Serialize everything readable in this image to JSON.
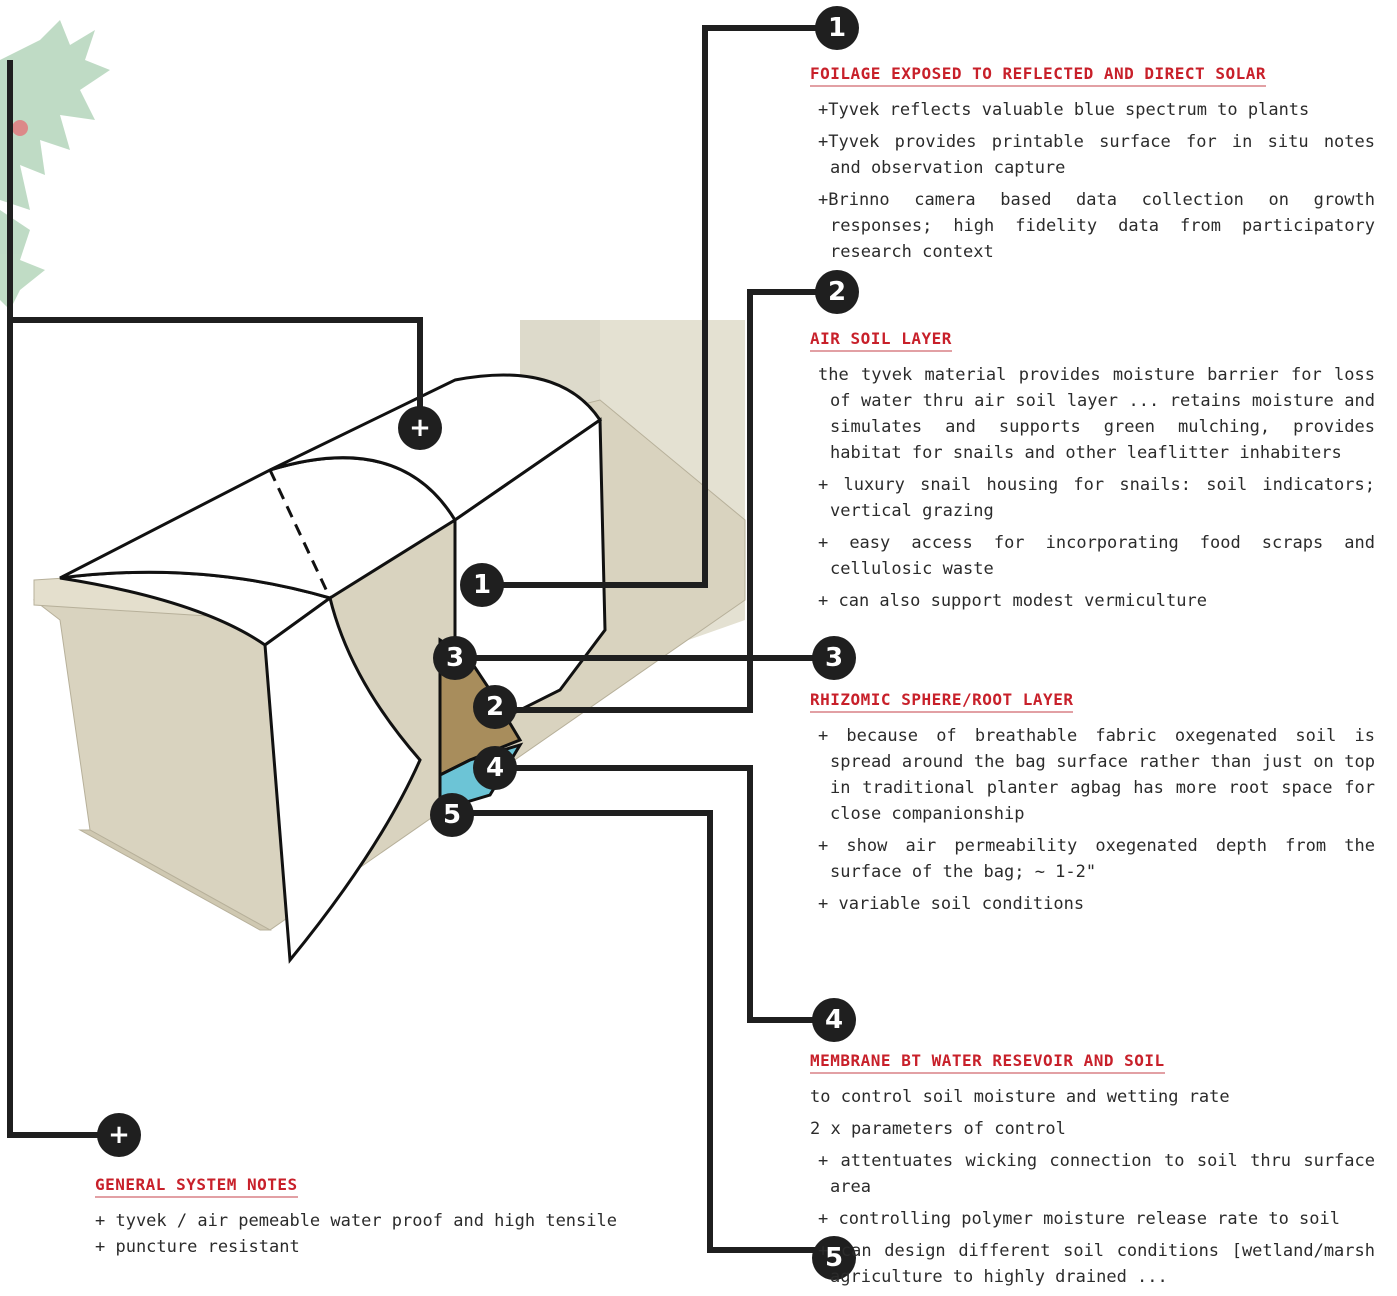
{
  "callouts": {
    "one": "1",
    "two": "2",
    "three": "3",
    "four": "4",
    "five": "5",
    "plus": "+"
  },
  "sections": {
    "s1": {
      "number": "1",
      "heading": "FOILAGE EXPOSED TO REFLECTED AND DIRECT SOLAR",
      "lines": [
        "+Tyvek reflects valuable blue spectrum to plants",
        "+Tyvek provides printable surface for in situ notes and observation capture",
        "+Brinno camera based data collection on growth responses; high fidelity data from participatory research context"
      ]
    },
    "s2": {
      "number": "2",
      "heading": "AIR SOIL LAYER",
      "lines": [
        "the tyvek material provides moisture barrier for loss of water thru air soil layer ...  retains moisture and simulates and supports green mulching, provides habitat for snails and other leaflitter inhabiters",
        "+ luxury snail housing for snails: soil indicators; vertical grazing",
        "+ easy access for incorporating food scraps and cellulosic waste",
        "+ can also support modest vermiculture"
      ]
    },
    "s3": {
      "number": "3",
      "heading": "RHIZOMIC SPHERE/ROOT LAYER",
      "lines": [
        "+ because of breathable fabric oxegenated soil is spread around the bag surface rather than just on top in traditional planter agbag has more root space for close companionship",
        "+ show air permeability oxegenated depth from the surface of the bag; ~ 1-2\"",
        "+ variable soil conditions"
      ]
    },
    "s4": {
      "number": "4",
      "heading": "MEMBRANE BT WATER RESEVOIR AND SOIL",
      "lines": [
        "to control soil moisture and wetting rate",
        "2 x parameters of control",
        "+ attentuates wicking connection to soil thru surface area",
        "+ controlling polymer moisture release rate to soil",
        "+ can design different soil conditions [wetland/marsh agriculture to highly drained ..."
      ]
    },
    "s5": {
      "number": "5"
    },
    "general": {
      "heading": "GENERAL SYSTEM NOTES",
      "lines": [
        "+ tyvek / air pemeable water proof  and high tensile",
        "+ puncture resistant"
      ]
    }
  },
  "colors": {
    "heading_red": "#c8202a",
    "planter_beige": "#d9d3bf",
    "soil_brown": "#a88d5c",
    "water_blue": "#6cc4d6",
    "foliage_green": "#b9d8bf",
    "leader_black": "#1f1f1f"
  }
}
